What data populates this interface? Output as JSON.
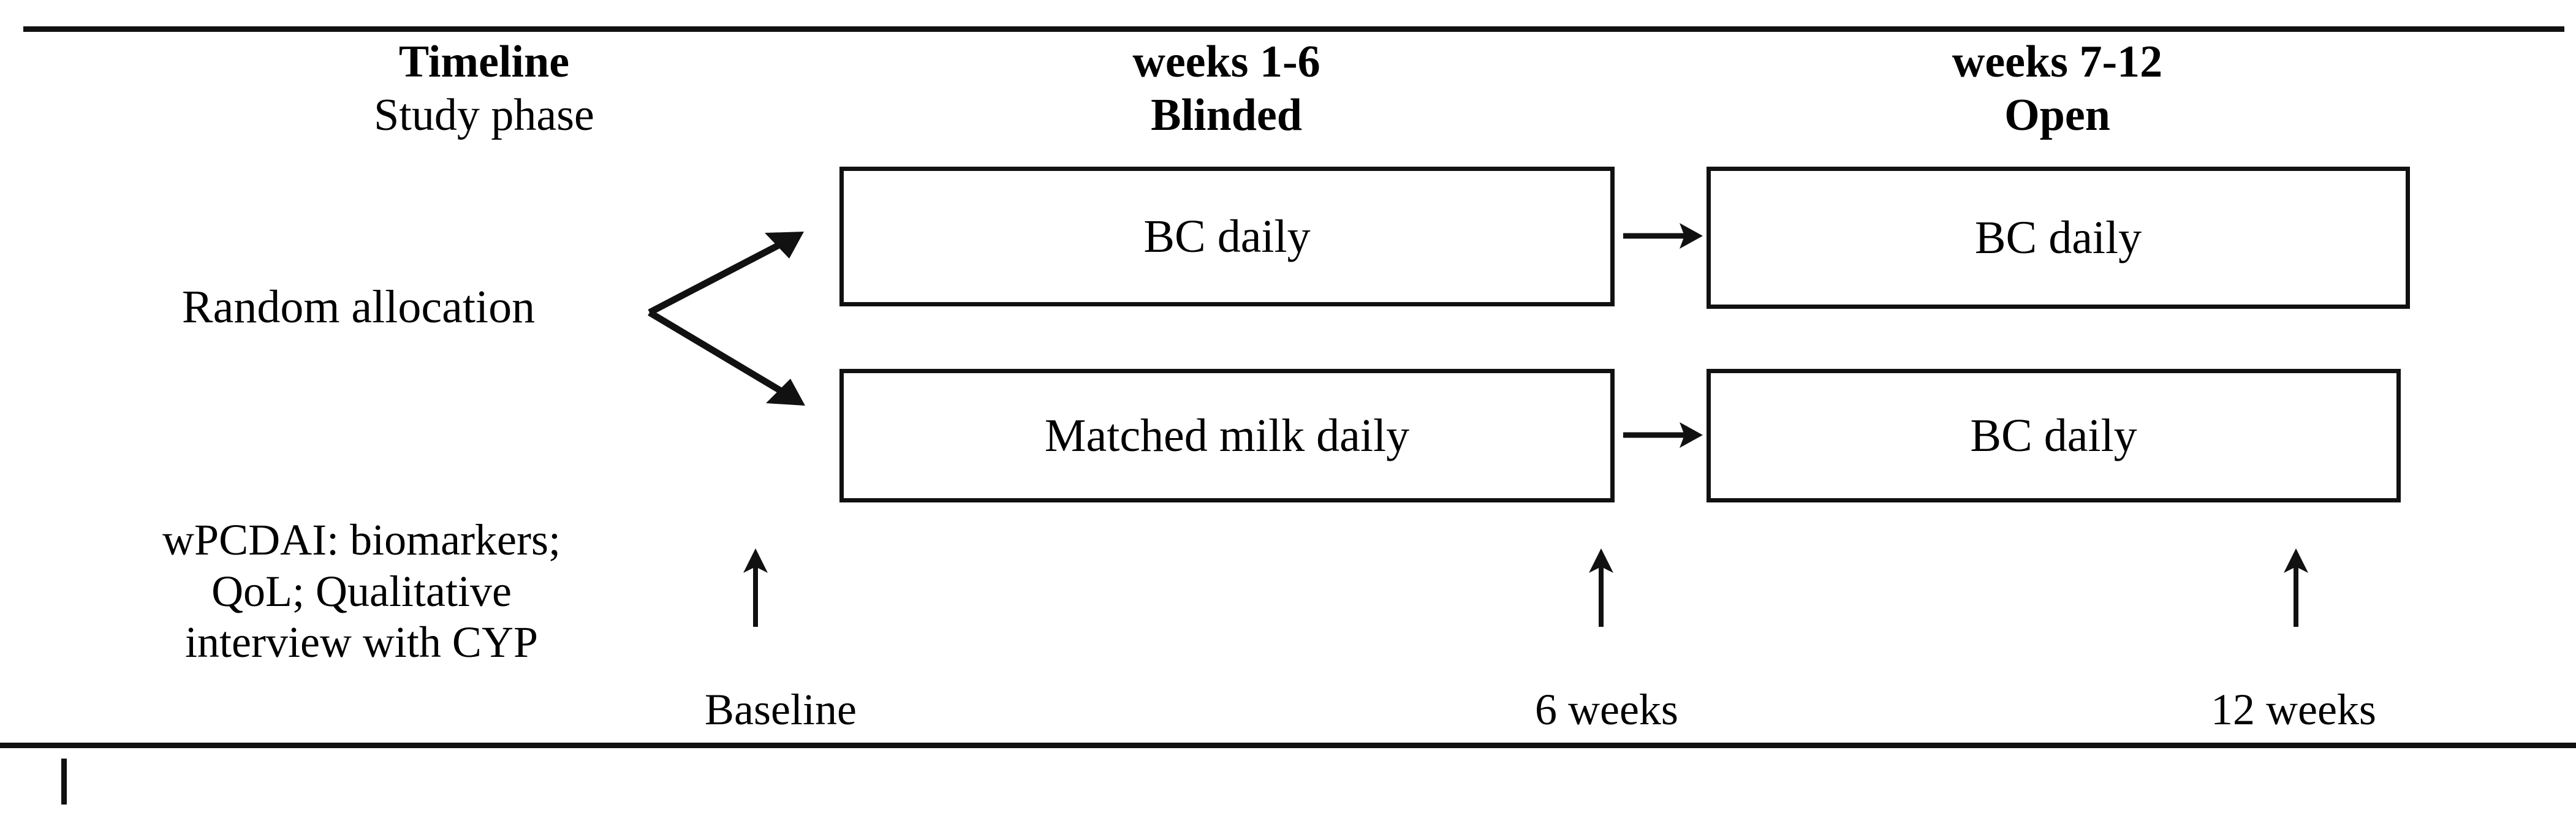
{
  "figure": {
    "title_row": {
      "timeline_label": "Timeline",
      "study_phase_label": "Study phase"
    },
    "phases": [
      {
        "weeks": "weeks 1-6",
        "name": "Blinded"
      },
      {
        "weeks": "weeks 7-12",
        "name": "Open"
      }
    ],
    "left_labels": {
      "random_allocation": "Random allocation",
      "outcomes_line1": "wPCDAI: biomarkers;",
      "outcomes_line2": "QoL; Qualitative",
      "outcomes_line3": "interview with CYP"
    },
    "arms": [
      {
        "blinded_phase_treatment": "BC daily",
        "open_phase_treatment": "BC daily"
      },
      {
        "blinded_phase_treatment": "Matched milk daily",
        "open_phase_treatment": "BC daily"
      }
    ],
    "timepoints": [
      {
        "label": "Baseline"
      },
      {
        "label": "6 weeks"
      },
      {
        "label": "12 weeks"
      }
    ],
    "arrow_glyph": "→",
    "up_arrow_glyph": "↑",
    "colors": {
      "ink": "#111111",
      "background": "#ffffff"
    }
  }
}
